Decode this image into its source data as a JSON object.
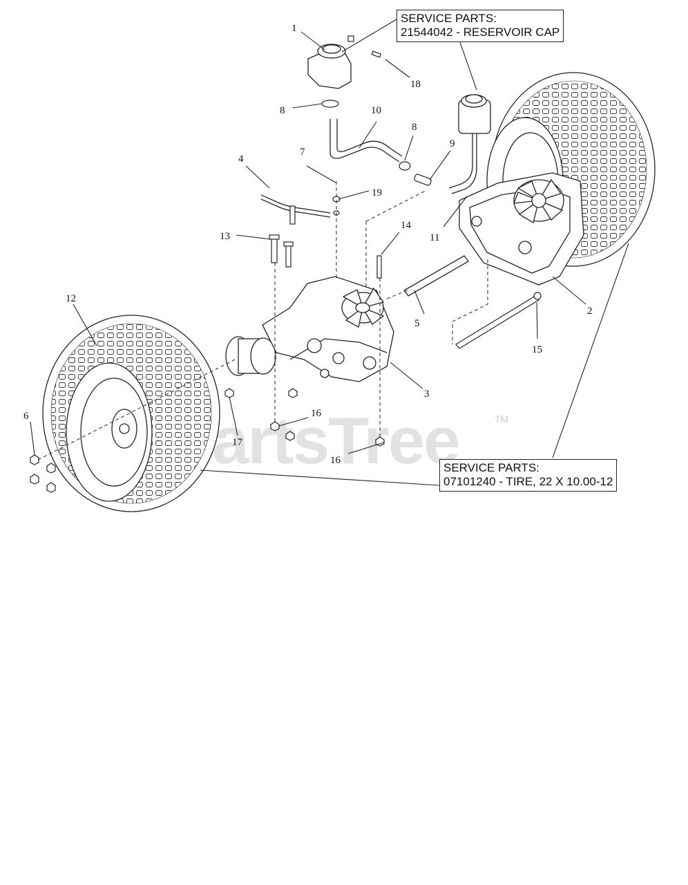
{
  "callouts": {
    "cap": {
      "line1": "SERVICE PARTS:",
      "line2": "21544042 - RESERVOIR CAP"
    },
    "tire": {
      "line1": "SERVICE PARTS:",
      "line2": "07101240 - TIRE, 22 X 10.00-12"
    }
  },
  "watermark": {
    "text": "PartsTree",
    "tm": "TM"
  },
  "part_numbers": [
    "1",
    "18",
    "8",
    "10",
    "8",
    "9",
    "7",
    "4",
    "19",
    "13",
    "14",
    "11",
    "12",
    "2",
    "5",
    "15",
    "3",
    "6",
    "17",
    "16",
    "16"
  ]
}
